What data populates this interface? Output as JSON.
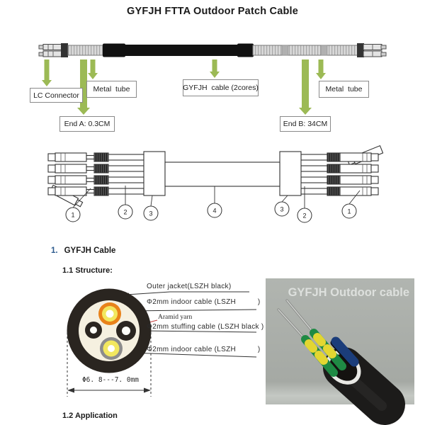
{
  "page": {
    "title": "GYFJH FTTA Outdoor Patch Cable"
  },
  "overview": {
    "arrow_color": "#9cba55",
    "boxes": {
      "lc_connector": "LC Connector",
      "metal_tube_left": "Metal  tube",
      "cable": "GYFJH  cable (2cores)",
      "metal_tube_right": "Metal  tube",
      "end_a": "End A: 0.3CM",
      "end_b": "End B: 34CM"
    }
  },
  "assembly_drawing": {
    "callouts": [
      "1",
      "2",
      "3",
      "4",
      "3",
      "2",
      "1"
    ]
  },
  "sections": {
    "item1_number": "1.",
    "item1_title": "GYFJH Cable",
    "sub1_1": "1.1 Structure:",
    "sub1_2": "1.2 Application"
  },
  "cross_section": {
    "labels": {
      "outer_jacket": "Outer jacket(LSZH black)",
      "indoor_top": "Φ2mm indoor cable (LSZH          )",
      "aramid": "Aramid yarn",
      "stuffing": "Φ2mm stuffing cable (LSZH black )",
      "indoor_bottom": "Φ2mm indoor cable (LSZH          )",
      "diameter": "Φ6. 8---7. 0mm"
    },
    "colors": {
      "jacket": "#2a2520",
      "filler": "#f5f0e0",
      "indoor_top_jacket": "#e8821a",
      "indoor_inner": "#f2e75f",
      "indoor_bottom_jacket": "#8c8c8c",
      "aramid_arrow": "#c43b3b"
    }
  },
  "photo": {
    "caption": "GYFJH Outdoor cable",
    "background": "#a9ada8"
  }
}
